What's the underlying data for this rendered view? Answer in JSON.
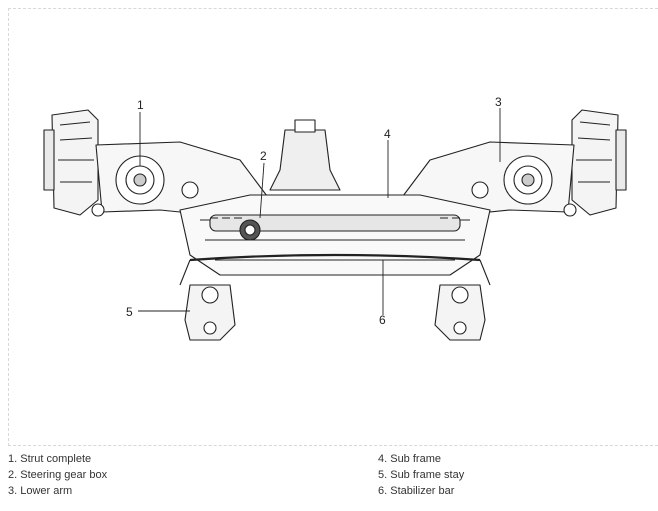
{
  "callouts": {
    "c1": "1",
    "c2": "2",
    "c3": "3",
    "c4": "4",
    "c5": "5",
    "c6": "6"
  },
  "legend": {
    "left": [
      "1. Strut complete",
      "2. Steering gear box",
      "3. Lower arm"
    ],
    "right": [
      "4. Sub frame",
      "5. Sub frame stay",
      "6. Stabilizer bar"
    ]
  }
}
